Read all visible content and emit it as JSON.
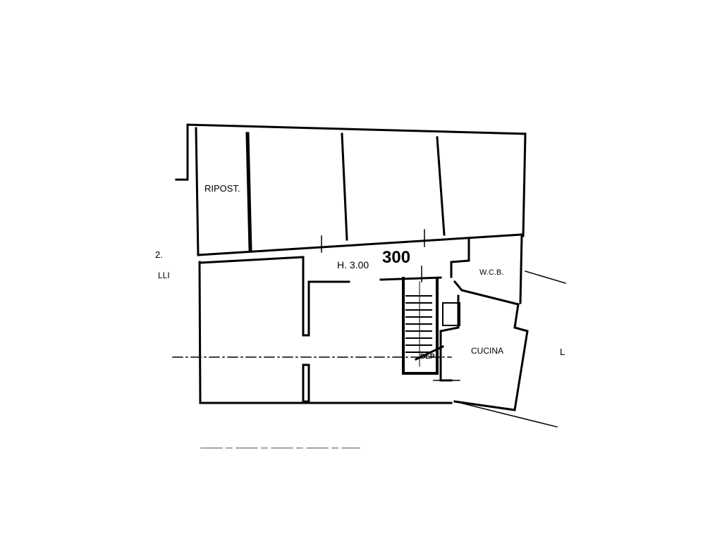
{
  "floor_plan": {
    "rooms": [
      {
        "id": "ripost",
        "label": "RIPOST."
      },
      {
        "id": "wcb",
        "label": "W.C.B."
      },
      {
        "id": "cucina",
        "label": "CUCINA"
      },
      {
        "id": "dep",
        "label": "DEP"
      }
    ],
    "ceiling_height_label": "H. 3.00",
    "height_annotation": "300",
    "edge_labels": {
      "left_number": "2.",
      "left_text": "LLI",
      "right_text": "L"
    }
  }
}
